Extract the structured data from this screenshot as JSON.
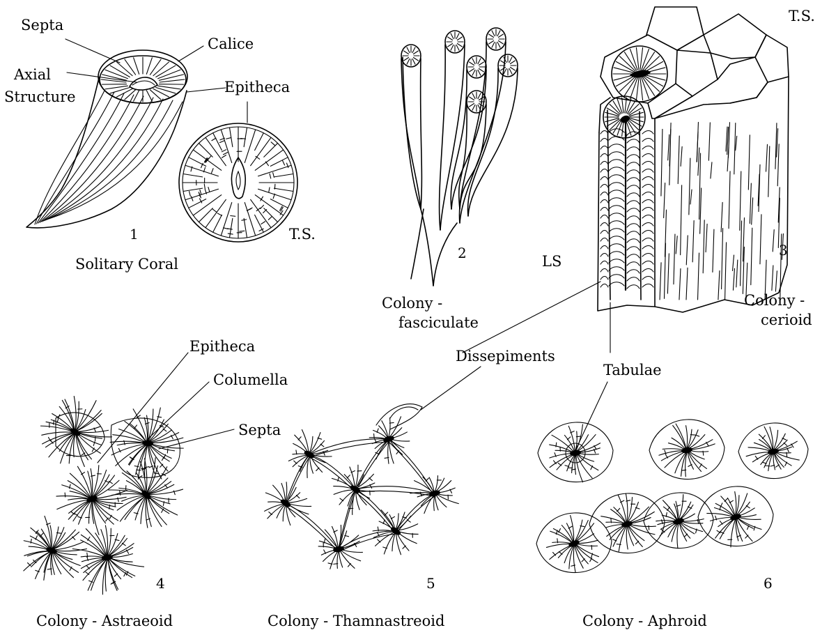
{
  "figure1": {
    "labels": {
      "septa": "Septa",
      "calice": "Calice",
      "axial_line1": "Axial",
      "axial_line2": "Structure",
      "epitheca": "Epitheca",
      "ts": "T.S."
    },
    "number": "1",
    "caption": "Solitary Coral"
  },
  "figure2": {
    "number": "2",
    "caption_line1": "Colony -",
    "caption_line2": "fasciculate"
  },
  "figure3": {
    "ts": "T.S.",
    "ls": "LS",
    "number": "3",
    "caption_line1": "Colony -",
    "caption_line2": "cerioid"
  },
  "shared_labels": {
    "dissepiments": "Dissepiments",
    "tabulae": "Tabulae"
  },
  "figure4": {
    "labels": {
      "epitheca": "Epitheca",
      "columella": "Columella",
      "septa": "Septa"
    },
    "number": "4",
    "caption": "Colony - Astraeoid"
  },
  "figure5": {
    "number": "5",
    "caption": "Colony - Thamnastreoid"
  },
  "figure6": {
    "number": "6",
    "caption": "Colony - Aphroid"
  }
}
